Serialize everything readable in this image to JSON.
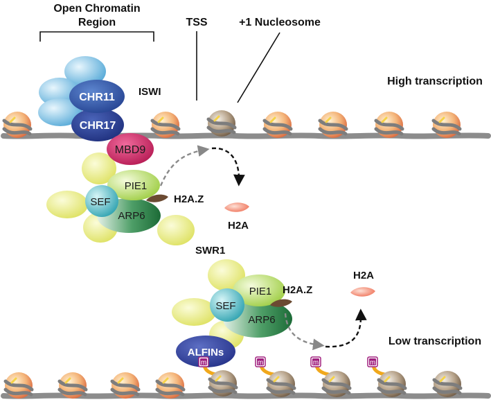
{
  "labels": {
    "open_chromatin_line1": "Open Chromatin",
    "open_chromatin_line2": "Region",
    "tss": "TSS",
    "plus1_nucleosome": "+1 Nucleosome",
    "iswi": "ISWI",
    "high_transcription": "High transcription",
    "low_transcription": "Low transcription",
    "swr1": "SWR1",
    "h2az_top": "H2A.Z",
    "h2a_top": "H2A",
    "h2az_bottom": "H2A.Z",
    "h2a_bottom": "H2A"
  },
  "proteins": {
    "chr11": "CHR11",
    "chr17": "CHR17",
    "mbd9": "MBD9",
    "pie1_top": "PIE1",
    "sef_top": "SEF",
    "arp6_top": "ARP6",
    "pie1_bottom": "PIE1",
    "sef_bottom": "SEF",
    "arp6_bottom": "ARP6",
    "alfins": "ALFINs",
    "methyl_mark": "m"
  },
  "colors": {
    "dna": "#8c8c8c",
    "chr11": "#2f57a6",
    "chr17": "#2a3f92",
    "iswi_light": "#7fc3e6",
    "mbd9": "#d0246a",
    "pie1": "#b8dc55",
    "sef": "#39b7c4",
    "arp6": "#2c8a4c",
    "yellow_lobe": "#e8ec7a",
    "alfins": "#2b3a94",
    "h2a": "#f07a62",
    "h2az": "#7a5a3e",
    "methyl": "#a0207f",
    "tail": "#f0a81c"
  }
}
